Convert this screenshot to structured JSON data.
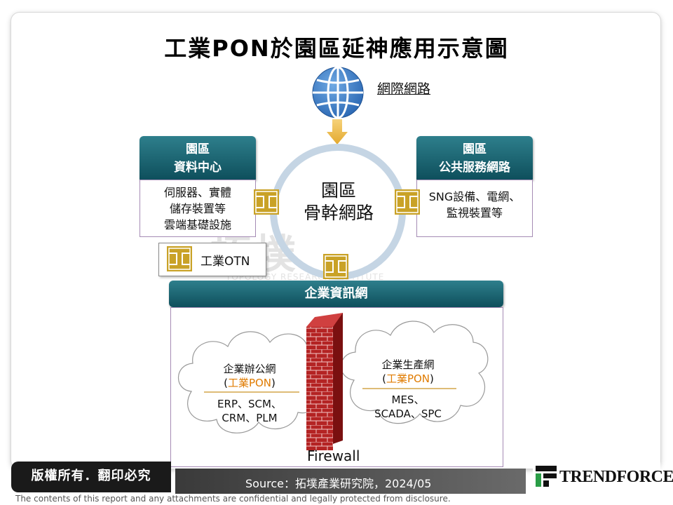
{
  "title": "工業PON於園區延神應用示意圖",
  "internet": {
    "label": "網際網路",
    "icon": "globe-icon"
  },
  "backbone": {
    "line1": "園區",
    "line2": "骨幹網路"
  },
  "data_center": {
    "header_line1": "園區",
    "header_line2": "資料中心",
    "items": [
      "伺服器、實體",
      "儲存裝置等",
      "雲端基礎設施"
    ]
  },
  "public_service": {
    "header_line1": "園區",
    "header_line2": "公共服務網路",
    "items": [
      "SNG設備、電網、",
      "監視裝置等"
    ]
  },
  "otn": {
    "label": "工業OTN",
    "icon": "switch-icon"
  },
  "enterprise": {
    "header": "企業資訊網",
    "office": {
      "title": "企業辦公網",
      "pon_open": "(",
      "pon": "工業PON",
      "pon_close": ")",
      "systems_line1": "ERP、SCM、",
      "systems_line2": "CRM、PLM"
    },
    "production": {
      "title": "企業生產網",
      "pon_open": "(",
      "pon": "工業PON",
      "pon_close": ")",
      "systems_line1": "MES、",
      "systems_line2": "SCADA、SPC"
    },
    "firewall": "Firewall"
  },
  "watermark": {
    "main": "拓墣",
    "sub": "TOPOLOGY RESEARCH INSTITUTE"
  },
  "footer": {
    "copyright": "版權所有．翻印必究",
    "source": "Source：拓墣產業研究院，2024/05",
    "logo": "TRENDFORCE",
    "disclaimer": "The contents of this report and any attachments are confidential and legally protected from disclosure."
  },
  "colors": {
    "teal": "#1a5f6b",
    "gold": "#c9a227",
    "ring": "#c5d5e4",
    "brick": "#b02020",
    "accent": "#e07b00"
  }
}
